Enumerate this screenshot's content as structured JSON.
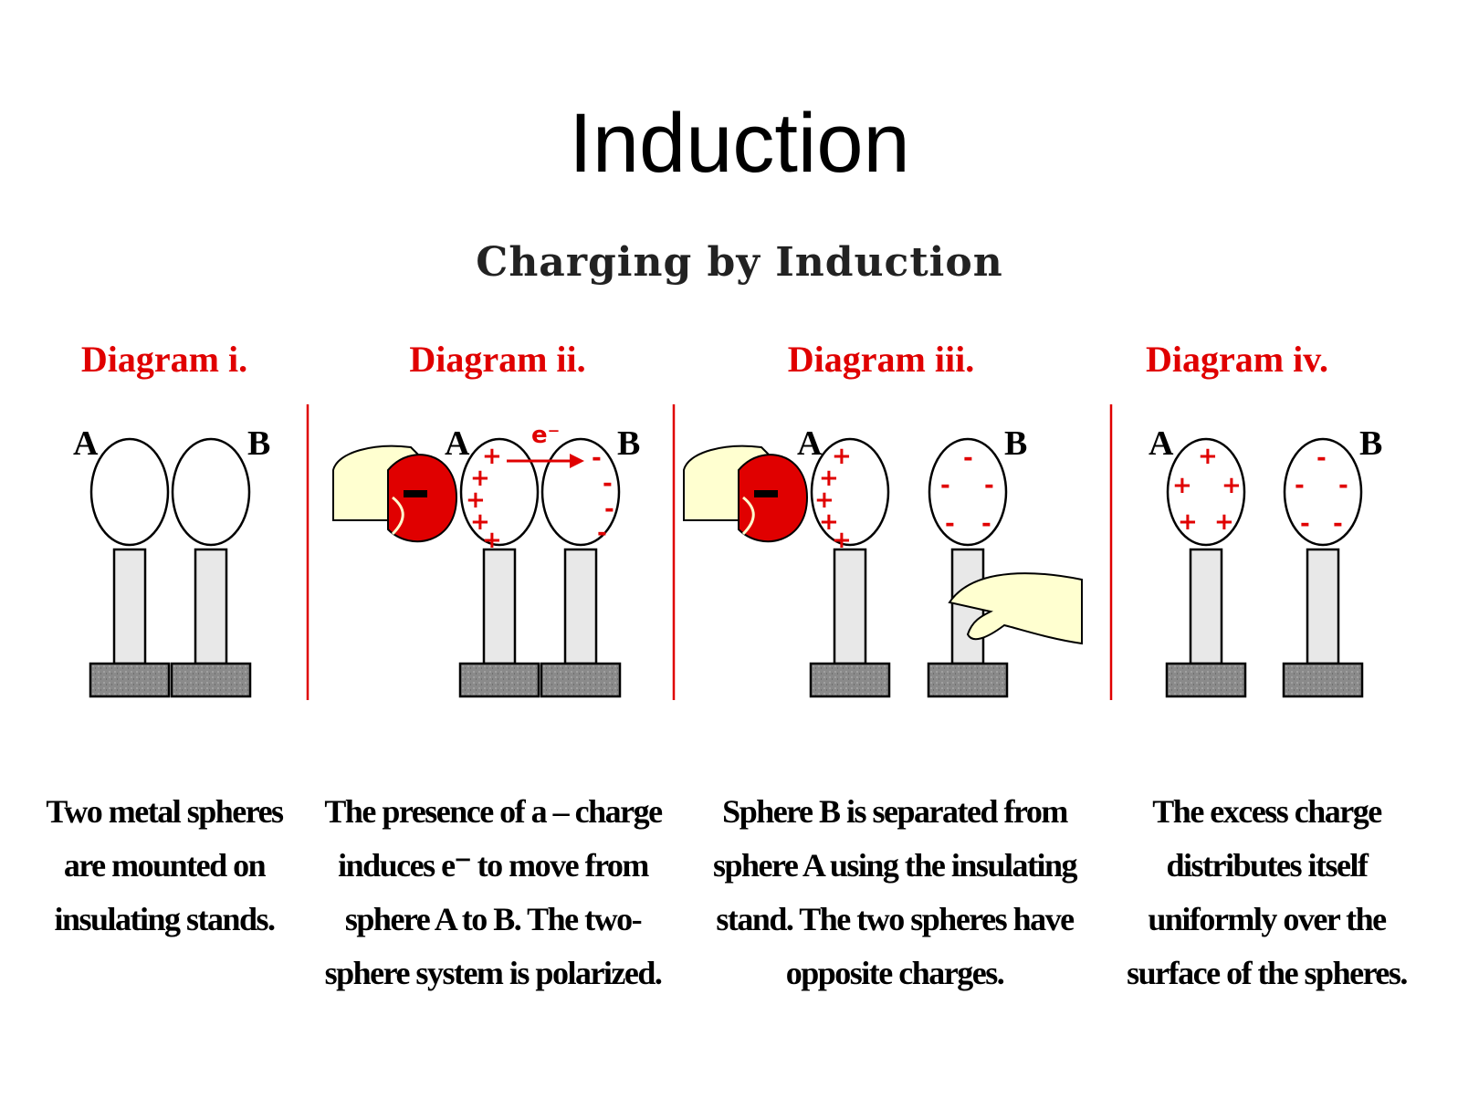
{
  "slide": {
    "title": "Induction",
    "subtitle": "Charging by Induction"
  },
  "diagrams": [
    {
      "label": "Diagram i.",
      "caption": "Two metal spheres\nare mounted on\ninsulating stands."
    },
    {
      "label": "Diagram ii.",
      "caption": "The presence of a – charge\ninduces e⁻ to move from\nsphere  A to B. The two-\nsphere system is polarized."
    },
    {
      "label": "Diagram iii.",
      "caption": "Sphere B is separated from\nsphere A using the insulating\nstand.  The two spheres have\nopposite charges."
    },
    {
      "label": "Diagram iv.",
      "caption": "The excess charge\ndistributes itself\nuniformly over the\nsurface of the spheres."
    }
  ],
  "labels": {
    "sphere_a": "A",
    "sphere_b": "B",
    "electron": "e⁻",
    "plus": "+",
    "minus": "-"
  },
  "colors": {
    "charge": "#e00000",
    "stand": "#e8e8e8",
    "base": "#8a8a8a",
    "hand": "#ffffd0",
    "charged_rod": "#e00000"
  }
}
